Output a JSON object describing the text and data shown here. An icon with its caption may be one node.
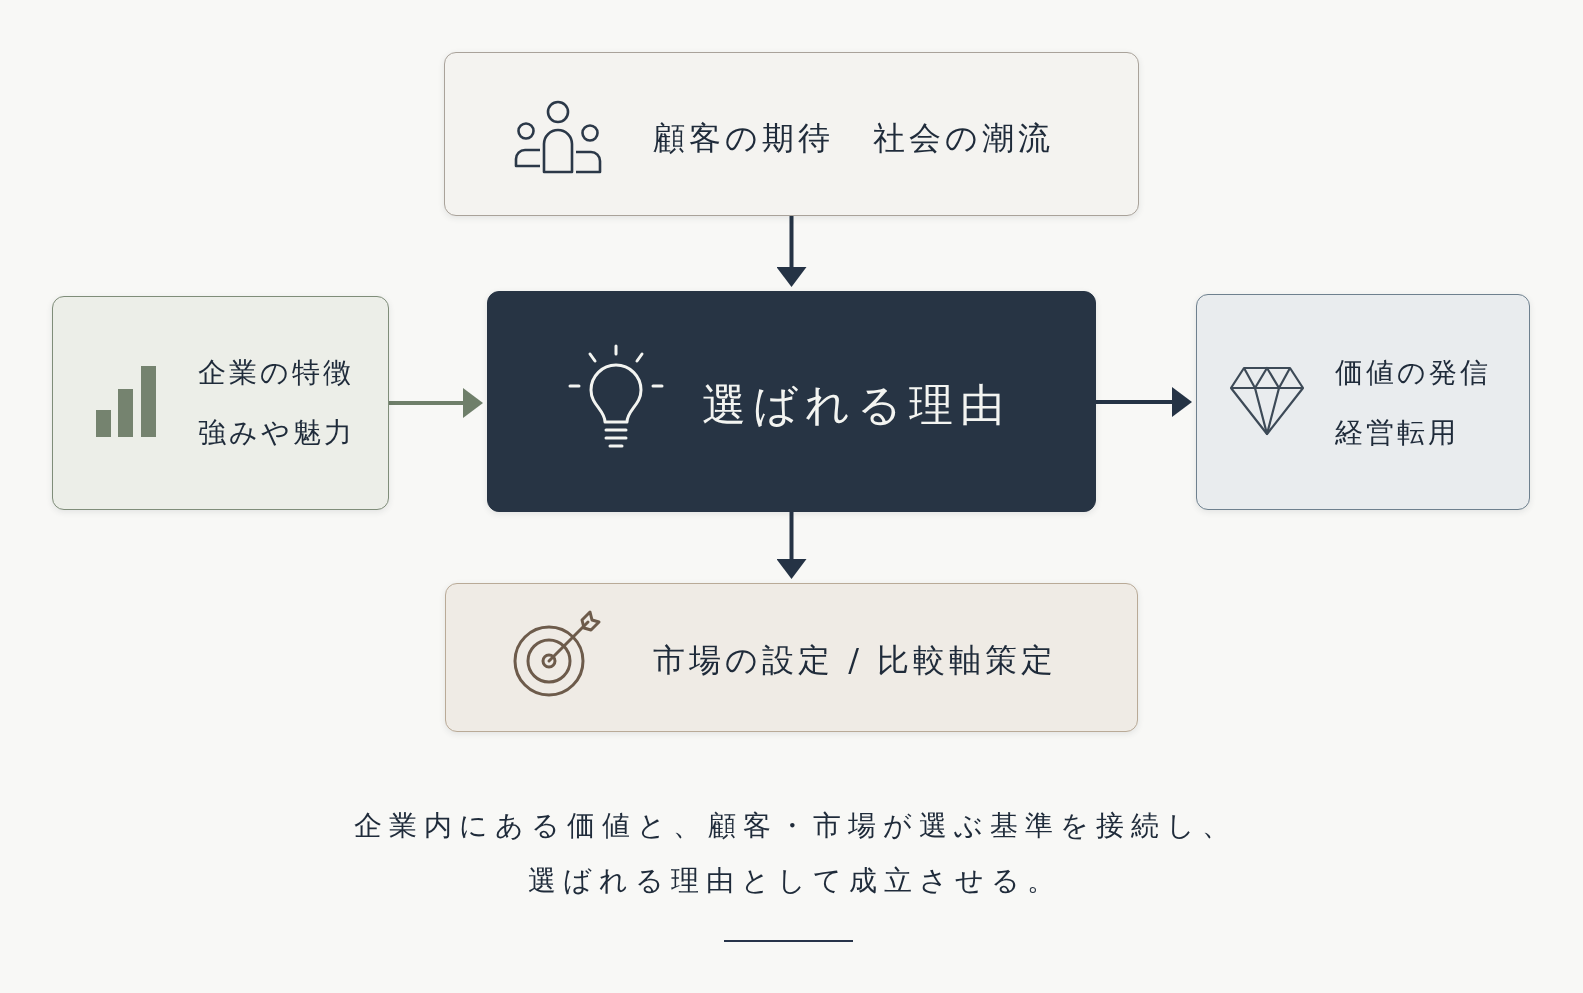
{
  "diagram": {
    "caption": "企業内にある価値と、顧客・市場が選ぶ基準を接続し、選ばれる理由として成立させる。",
    "nodes": [
      {
        "text": [
          "顧客の期待",
          "社会の潮流"
        ]
      },
      {
        "text": [
          "企業の特徴",
          "強みや魅力"
        ]
      },
      {
        "text": [
          "選ばれる理由"
        ]
      },
      {
        "text": [
          "価値の発信",
          "経営転用"
        ]
      },
      {
        "text": [
          "市場の設定 / 比較軸策定"
        ]
      }
    ],
    "edges": [
      {
        "from": 0,
        "to": 2,
        "arrow": "to"
      },
      {
        "from": 1,
        "to": 2,
        "arrow": "to",
        "color": "#6f7f6a"
      },
      {
        "from": 2,
        "to": 3,
        "arrow": "to"
      },
      {
        "from": 2,
        "to": 4,
        "arrow": "to"
      }
    ]
  }
}
